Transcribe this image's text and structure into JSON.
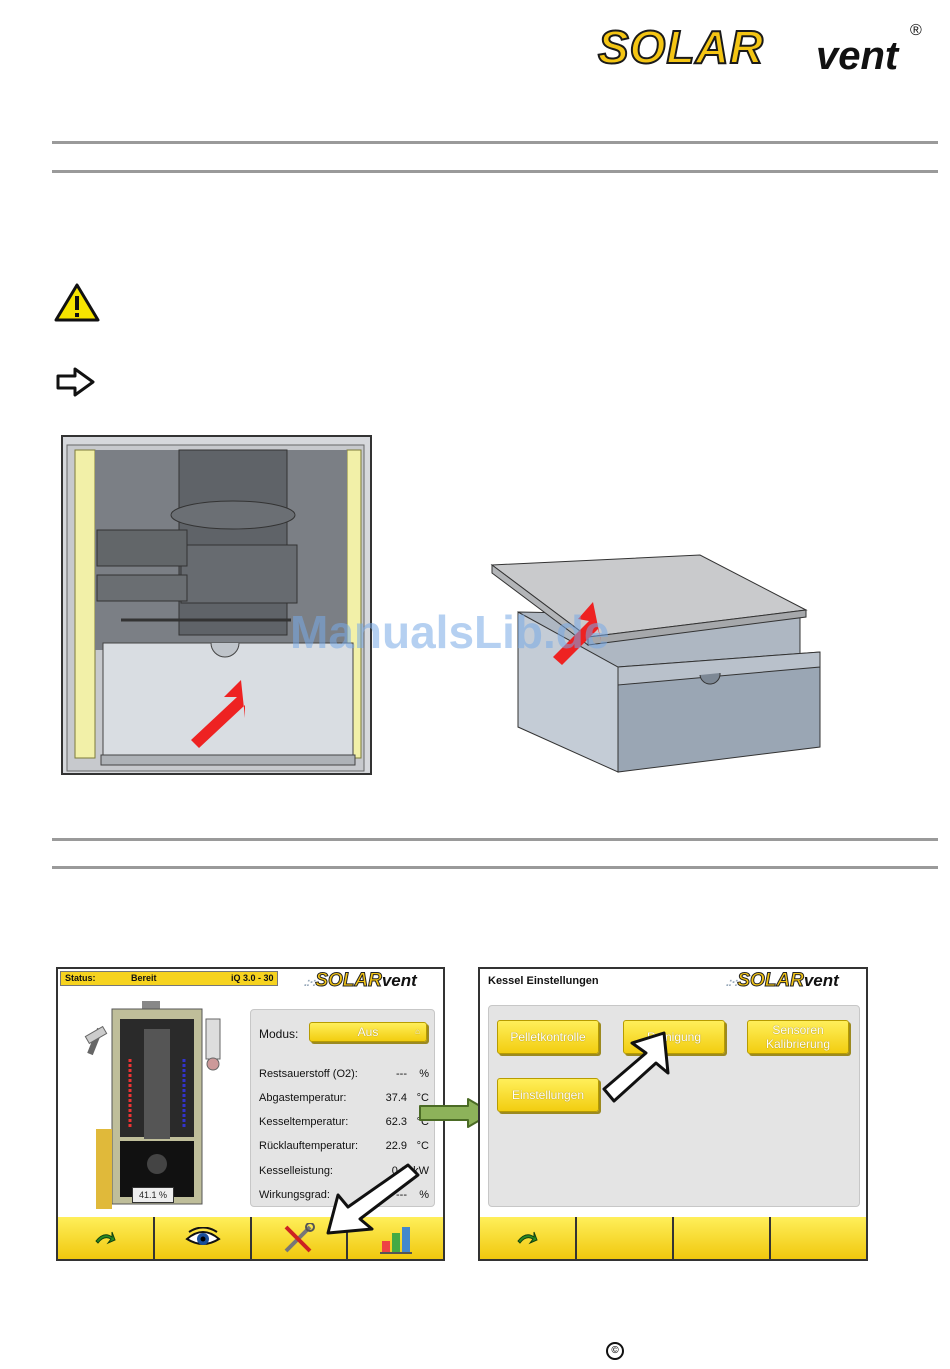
{
  "logo": {
    "brand": "SOLAR",
    "sub": "vent",
    "reg": "®"
  },
  "watermark": "ManualsLib.de",
  "screen_left": {
    "status_label": "Status:",
    "status_value": "Bereit",
    "version": "iQ 3.0 - 30",
    "logo_brand": "SOLAR",
    "logo_sub": "vent",
    "modus_label": "Modus:",
    "modus_value": "Aus",
    "boiler_percent": "41.1 %",
    "rows": [
      {
        "label": "Restsauerstoff (O2):",
        "value": "---",
        "unit": "%"
      },
      {
        "label": "Abgastemperatur:",
        "value": "37.4",
        "unit": "°C"
      },
      {
        "label": "Kesseltemperatur:",
        "value": "62.3",
        "unit": "°C"
      },
      {
        "label": "Rücklauftemperatur:",
        "value": "22.9",
        "unit": "°C"
      },
      {
        "label": "Kesselleistung:",
        "value": "0.0",
        "unit": "kW"
      },
      {
        "label": "Wirkungsgrad:",
        "value": "---",
        "unit": "%"
      }
    ],
    "tabs": [
      "back-arrow-icon",
      "eye-icon",
      "tools-icon",
      "chart-icon"
    ]
  },
  "screen_right": {
    "title": "Kessel Einstellungen",
    "logo_brand": "SOLAR",
    "logo_sub": "vent",
    "buttons": {
      "pelletkontrolle": "Pelletkontrolle",
      "reinigung": "Reinigung",
      "sensoren_1": "Sensoren",
      "sensoren_2": "Kalibrierung",
      "einstellungen": "Einstellungen"
    }
  },
  "colors": {
    "accent_yellow": "#f4c514",
    "arrow_red": "#ee2222",
    "arrow_green": "#8db25a"
  }
}
